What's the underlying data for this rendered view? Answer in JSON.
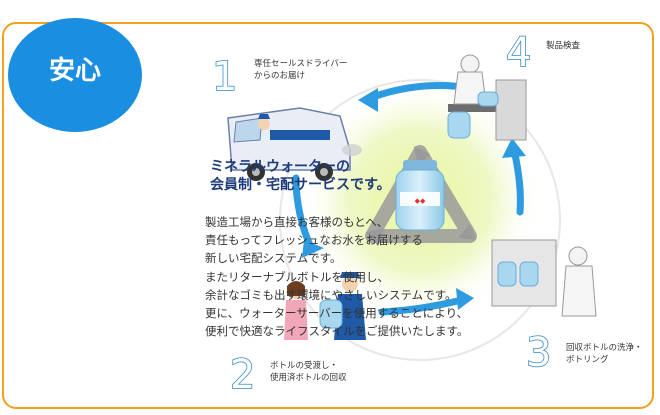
{
  "badge": {
    "text": "安心"
  },
  "heading": {
    "lines": [
      "ミネラルウォーターの",
      "会員制・宅配サービスです。"
    ]
  },
  "body": {
    "lines": [
      "製造工場から直接お客様のもとへ、",
      "責任もってフレッシュなお水をお届けする",
      "新しい宅配システムです。",
      "またリターナブルボトルを使用し、",
      "余計なゴミも出す環境にやさしいシステムです。",
      "更に、ウォーターサーバーを使用することにより、",
      "便利で快適なライフスタイルをご提供いたします。"
    ]
  },
  "steps": [
    {
      "number": "1",
      "lines": [
        "専任セールスドライバー",
        "からのお届け"
      ]
    },
    {
      "number": "2",
      "lines": [
        "ボトルの受渡し・",
        "使用済ボトルの回収"
      ]
    },
    {
      "number": "3",
      "lines": [
        "回収ボトルの洗浄・",
        "ボトリング"
      ]
    },
    {
      "number": "4",
      "lines": [
        "製品検査"
      ]
    }
  ],
  "colors": {
    "accent": "#1a8ee0",
    "frame": "#f0a11f",
    "heading": "#1f3c7a",
    "arrow": "#2e9be0"
  },
  "icons": [
    "recycle-icon",
    "water-bottle-icon",
    "delivery-truck-icon",
    "inspection-worker-icon",
    "bottling-machine-icon",
    "delivery-person-icon"
  ]
}
